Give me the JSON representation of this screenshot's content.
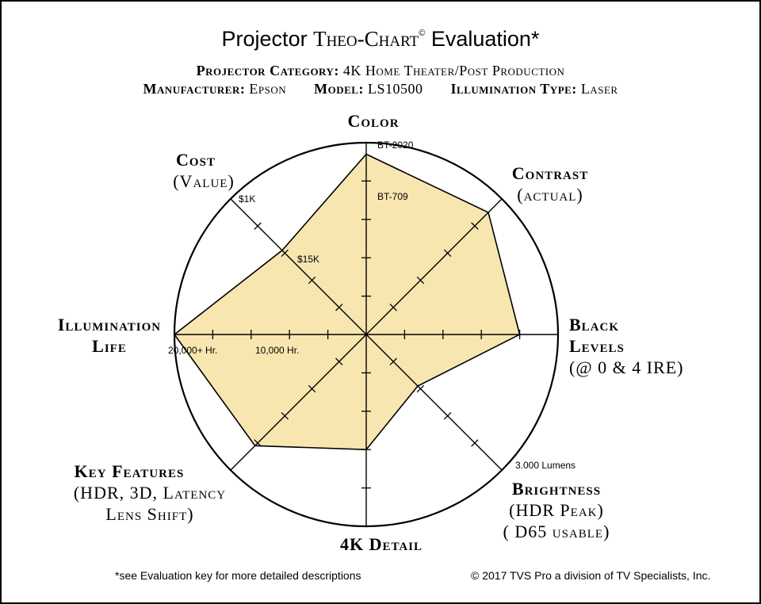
{
  "title": {
    "word1": "Projector",
    "word2": "Theo-Chart",
    "mark": "©",
    "word3": "Evaluation*"
  },
  "subtitle": {
    "category_label": "Projector Category:",
    "category_value": "4K Home Theater/Post Production",
    "manufacturer_label": "Manufacturer:",
    "manufacturer_value": "Epson",
    "model_label": "Model:",
    "model_value": "LS10500",
    "illumination_label": "Illumination Type:",
    "illumination_value": "Laser"
  },
  "footnote": "*see Evaluation key for more detailed descriptions",
  "copyright": "© 2017 TVS Pro a division of TV Specialists, Inc.",
  "colors": {
    "fill": "#f8e6b0",
    "stroke": "#000000"
  },
  "chart_data": {
    "type": "radar",
    "scale_max": 5,
    "axes": [
      {
        "key": "color",
        "label": "Color",
        "sublabel": [],
        "value": 4.7,
        "tick_labels": [
          "BT-2020",
          "BT-709"
        ]
      },
      {
        "key": "contrast",
        "label": "Contrast",
        "sublabel": [
          "(actual)"
        ],
        "value": 4.5,
        "tick_labels": []
      },
      {
        "key": "black_levels",
        "label": "Black Levels",
        "sublabel": [
          "(@ 0 & 4 IRE)"
        ],
        "value": 4.0,
        "tick_labels": []
      },
      {
        "key": "brightness",
        "label": "Brightness",
        "sublabel": [
          "(HDR Peak)",
          "( D65 usable)"
        ],
        "value": 1.9,
        "tick_labels": [
          "3.000 Lumens"
        ]
      },
      {
        "key": "4k_detail",
        "label": "4K Detail",
        "sublabel": [],
        "value": 3.0,
        "tick_labels": []
      },
      {
        "key": "key_features",
        "label": "Key Features",
        "sublabel": [
          "(HDR, 3D, Latency",
          "Lens Shift)"
        ],
        "value": 4.1,
        "tick_labels": []
      },
      {
        "key": "illumination_life",
        "label": "Illumination Life",
        "sublabel": [],
        "value": 5.0,
        "tick_labels": [
          "20,000+ Hr.",
          "10,000 Hr."
        ]
      },
      {
        "key": "cost",
        "label": "Cost",
        "sublabel": [
          "(Value)"
        ],
        "value": 3.1,
        "tick_labels": [
          "$1K",
          "$15K"
        ]
      }
    ]
  }
}
